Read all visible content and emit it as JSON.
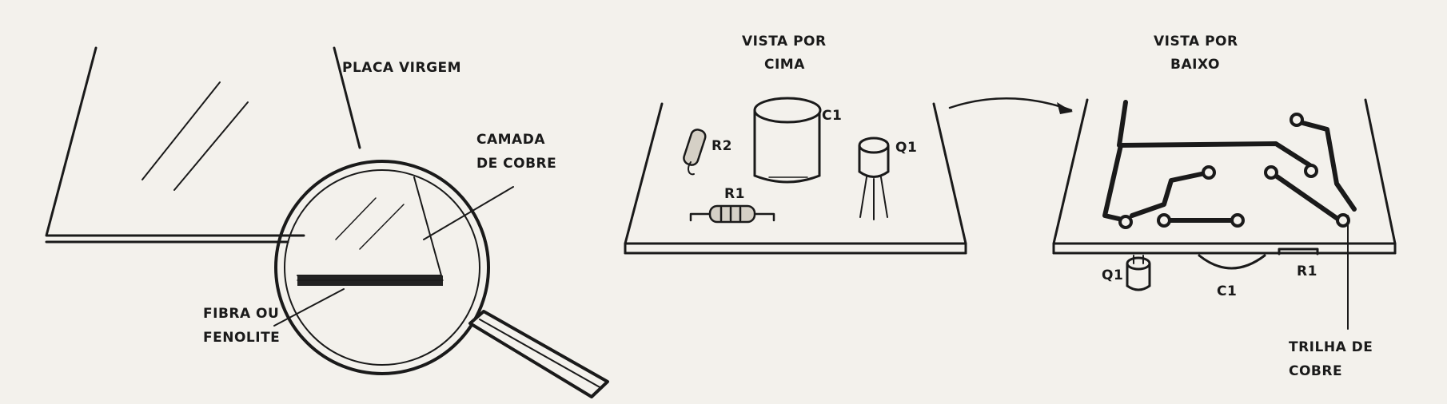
{
  "panel_left": {
    "placa_virgem": "PLACA VIRGEM",
    "camada_line1": "CAMADA",
    "camada_line2": "DE COBRE",
    "fibra_line1": "FIBRA OU",
    "fibra_line2": "FENOLITE"
  },
  "panel_middle": {
    "title_line1": "VISTA POR",
    "title_line2": "CIMA",
    "c1": "C1",
    "r2": "R2",
    "q1": "Q1",
    "r1": "R1"
  },
  "panel_right": {
    "title_line1": "VISTA POR",
    "title_line2": "BAIXO",
    "q1": "Q1",
    "c1": "C1",
    "r1": "R1",
    "trilha_line1": "TRILHA DE",
    "trilha_line2": "COBRE"
  }
}
